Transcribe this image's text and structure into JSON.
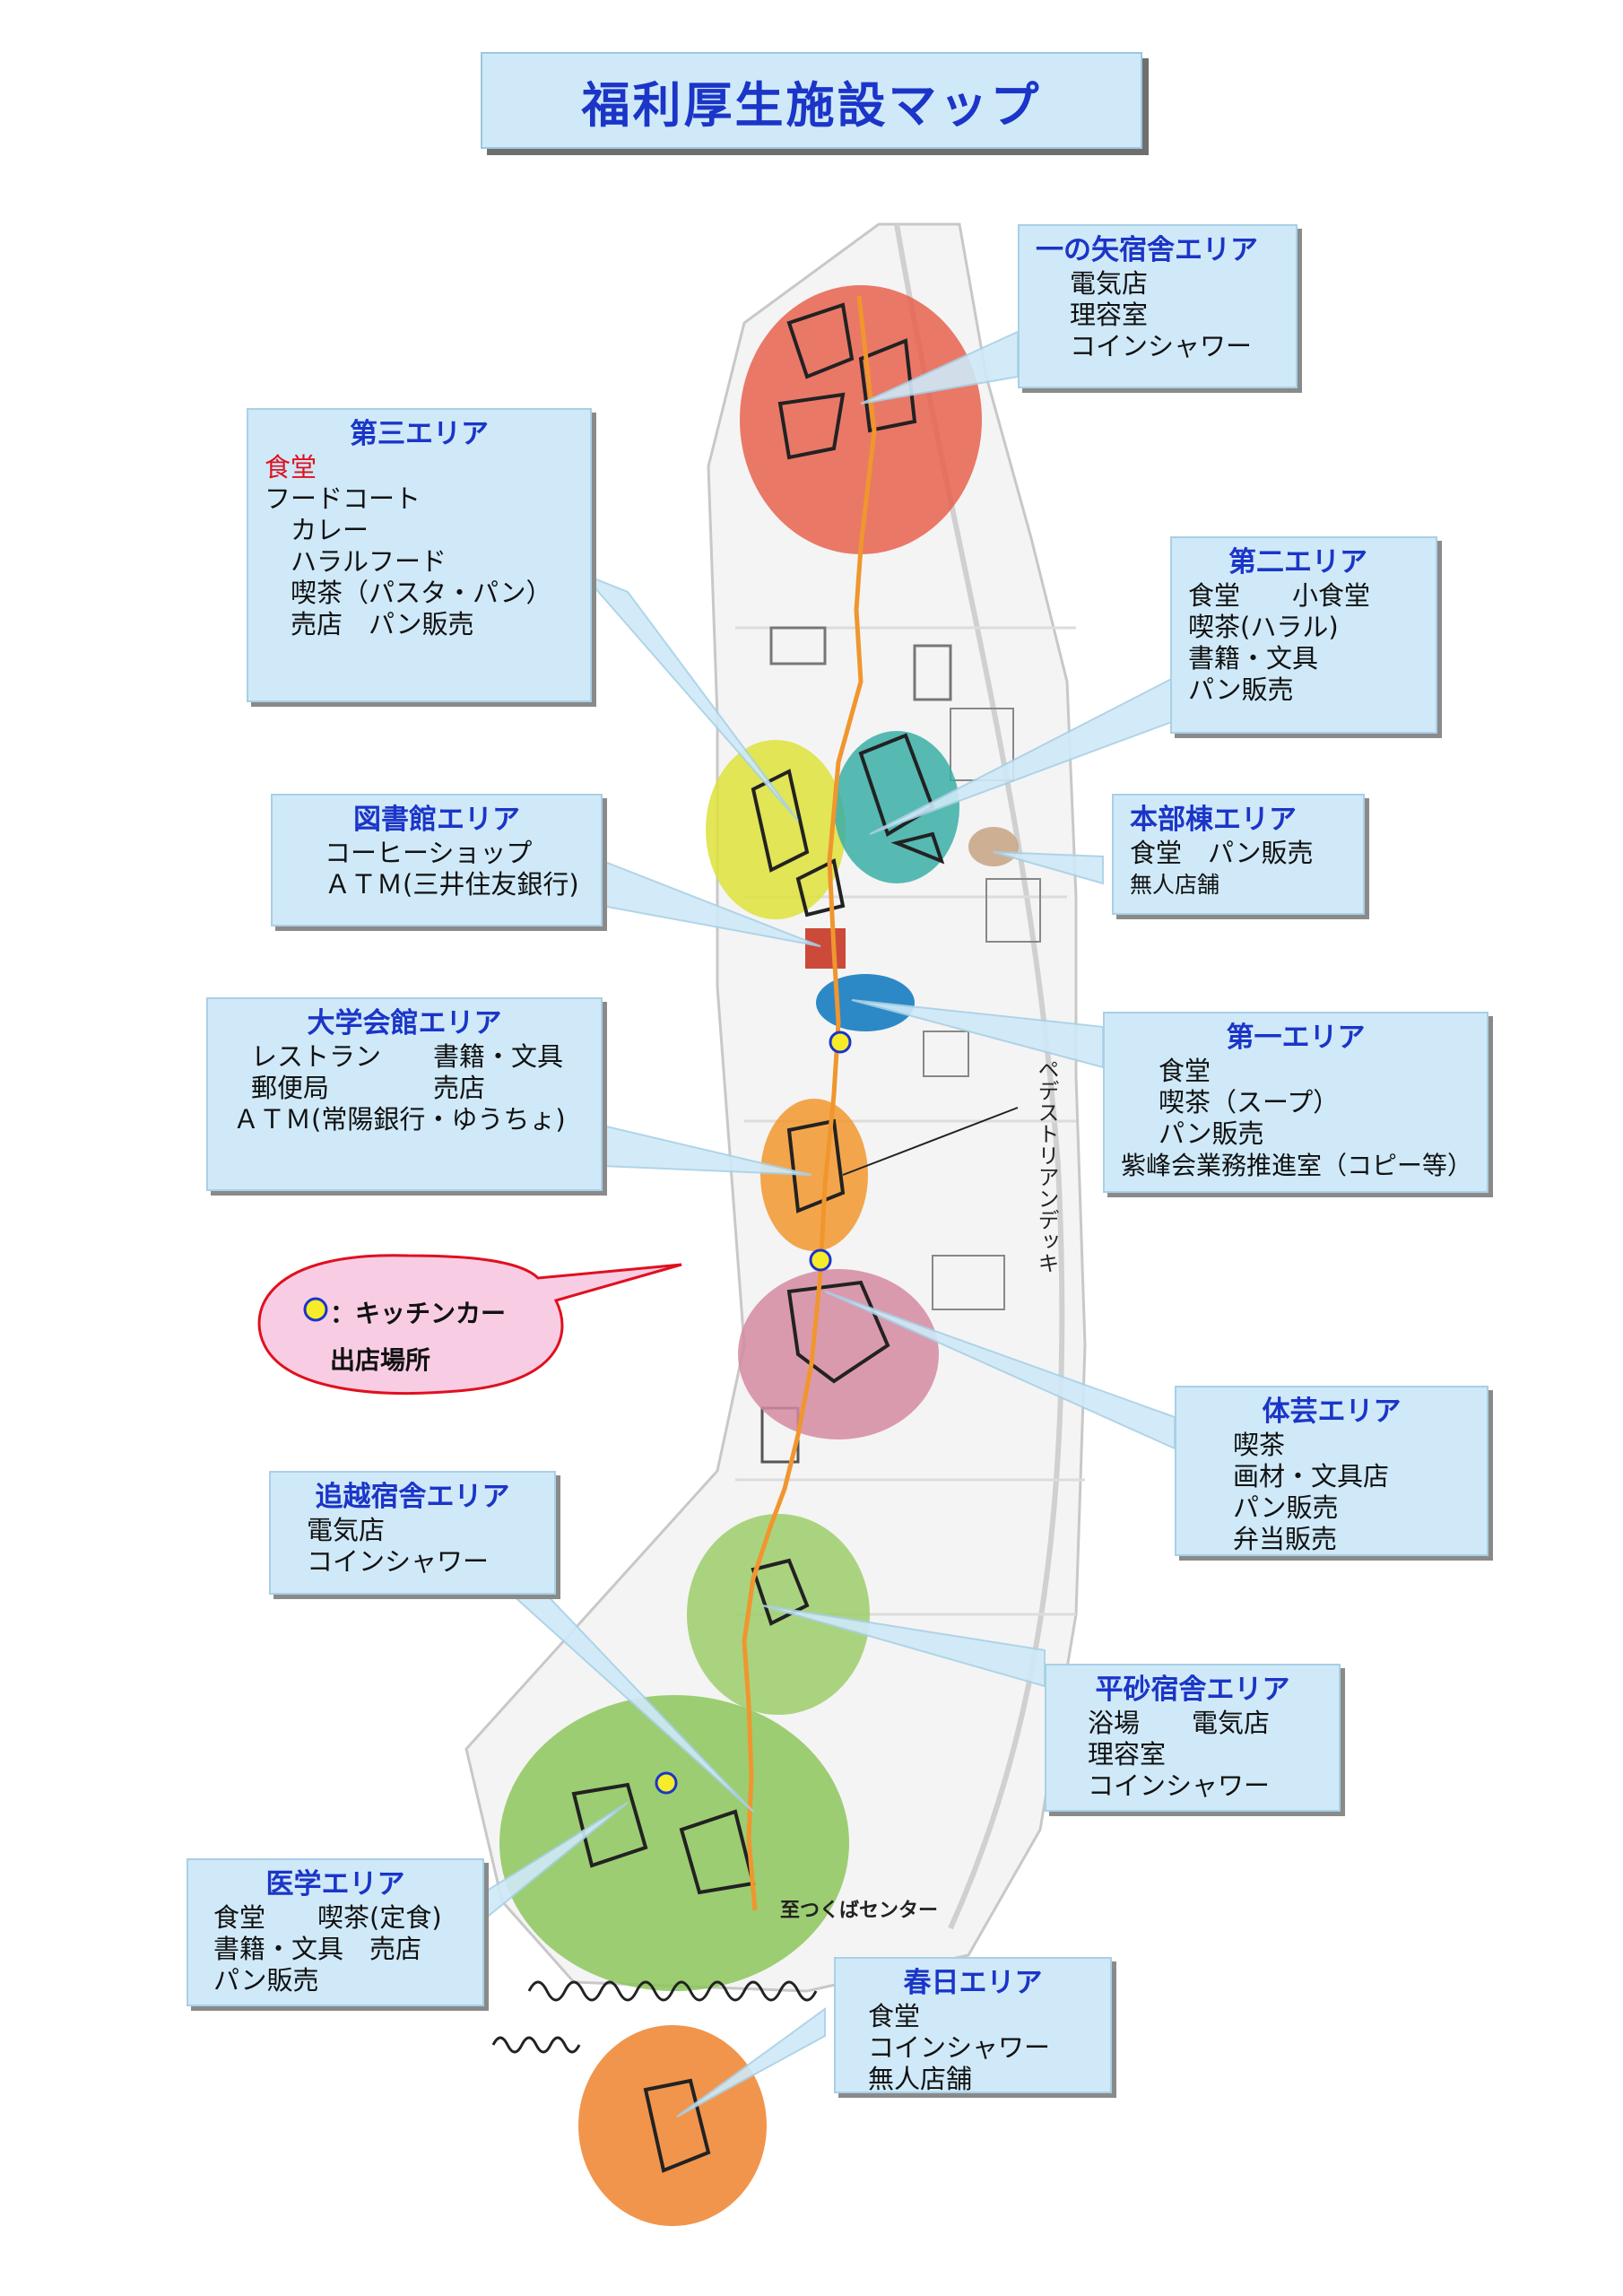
{
  "title": "福利厚生施設マップ",
  "areas": {
    "ichinoya": {
      "title": "一の矢宿舎エリア",
      "lines": [
        "電気店",
        "理容室",
        "コインシャワー"
      ]
    },
    "daisan": {
      "title": "第三エリア",
      "red": "食堂",
      "lines": [
        "フードコート",
        "　カレー",
        "　ハラルフード",
        "　喫茶（パスタ・パン）",
        "　売店　パン販売"
      ]
    },
    "daini": {
      "title": "第二エリア",
      "lines": [
        "食堂　　小食堂",
        "喫茶(ハラル)",
        "書籍・文具",
        "パン販売"
      ]
    },
    "toshokan": {
      "title": "図書館エリア",
      "lines": [
        "コーヒーショップ",
        "ＡＴＭ(三井住友銀行)"
      ]
    },
    "honbu": {
      "title": "本部棟エリア",
      "lines": [
        "食堂　パン販売",
        "無人店舗"
      ]
    },
    "kaikan": {
      "title": "大学会館エリア",
      "lines": [
        "レストラン　　書籍・文具",
        "郵便局　　　　売店",
        "ＡＴＭ(常陽銀行・ゆうちょ)"
      ]
    },
    "daiichi": {
      "title": "第一エリア",
      "lines": [
        "食堂",
        "喫茶（スープ）",
        "パン販売",
        "紫峰会業務推進室（コピー等）"
      ]
    },
    "taigei": {
      "title": "体芸エリア",
      "lines": [
        "喫茶",
        "画材・文具店",
        "パン販売",
        "弁当販売"
      ]
    },
    "oikoshi": {
      "title": "追越宿舎エリア",
      "lines": [
        "電気店",
        "コインシャワー"
      ]
    },
    "hirasuna": {
      "title": "平砂宿舎エリア",
      "lines": [
        "浴場　　電気店",
        "理容室",
        "コインシャワー"
      ]
    },
    "igaku": {
      "title": "医学エリア",
      "lines": [
        "食堂　　喫茶(定食)",
        "書籍・文具　売店",
        "パン販売"
      ]
    },
    "kasuga": {
      "title": "春日エリア",
      "lines": [
        "食堂",
        "コインシャワー",
        "無人店舗"
      ]
    }
  },
  "kitchen_car": {
    "line1": "：キッチンカー",
    "line2": "出店場所"
  },
  "map_labels": {
    "pedestrian_deck": "ペデストリアンデッキ",
    "to_center": "至つくばセンター"
  },
  "colors": {
    "title_text": "#1b35c8",
    "box_bg": "#cfe9f8",
    "route": "#f0962e",
    "ichinoya": "#e8614e",
    "daisan": "#dde23a",
    "daini": "#3aaea6",
    "honbu": "#c9a98a",
    "daiichi": "#1a7fc1",
    "library": "#cc4a3a",
    "kaikan": "#f2962e",
    "taigei": "#d58aa0",
    "hirasuna": "#9ccc6a",
    "igaku": "#8cc55a",
    "kasuga": "#f08a3a",
    "kitchen_marker": "#f6ec2a",
    "bubble": "#f8cde4"
  },
  "icons": [
    "kitchen-car-marker-icon"
  ]
}
